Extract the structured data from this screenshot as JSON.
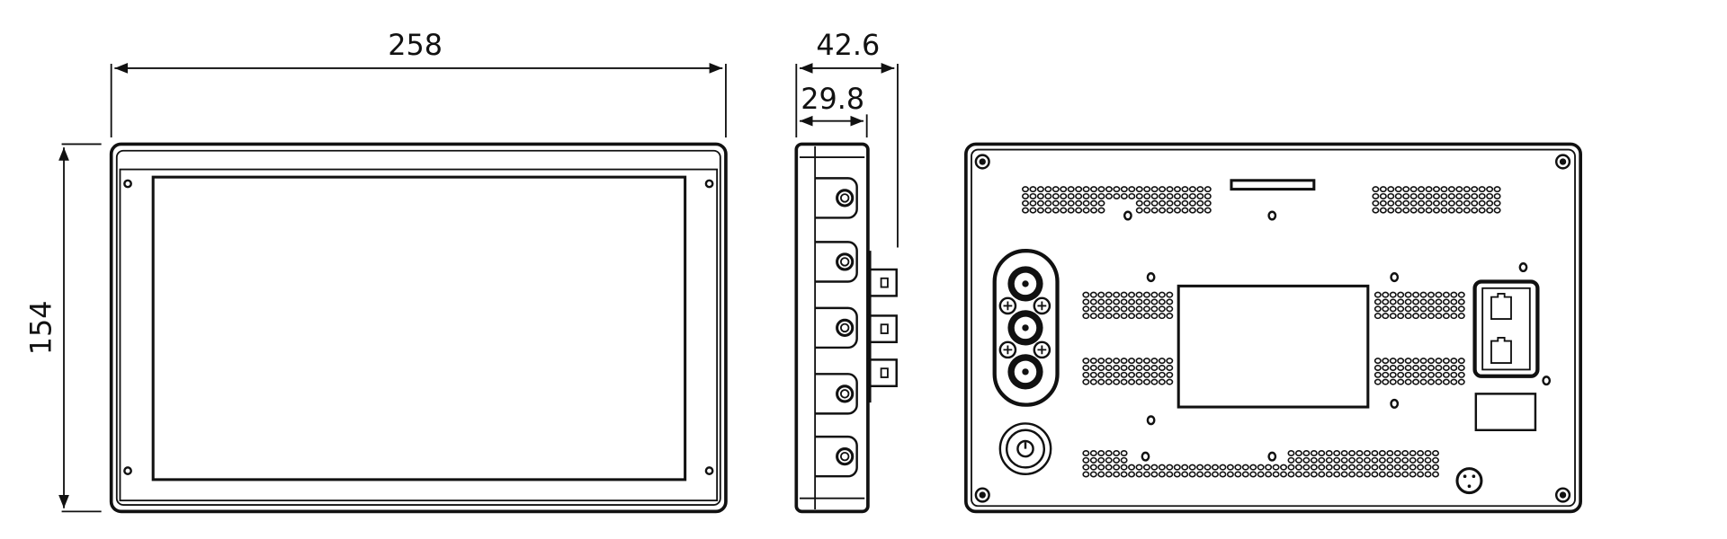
{
  "title": "Monitor dimension drawing",
  "dimensions": {
    "width": "258",
    "height": "154",
    "depth_total": "42.6",
    "depth_body": "29.8"
  },
  "colors": {
    "line": "#111111",
    "background": "#ffffff"
  },
  "views": [
    "front-view",
    "side-view",
    "rear-view"
  ]
}
